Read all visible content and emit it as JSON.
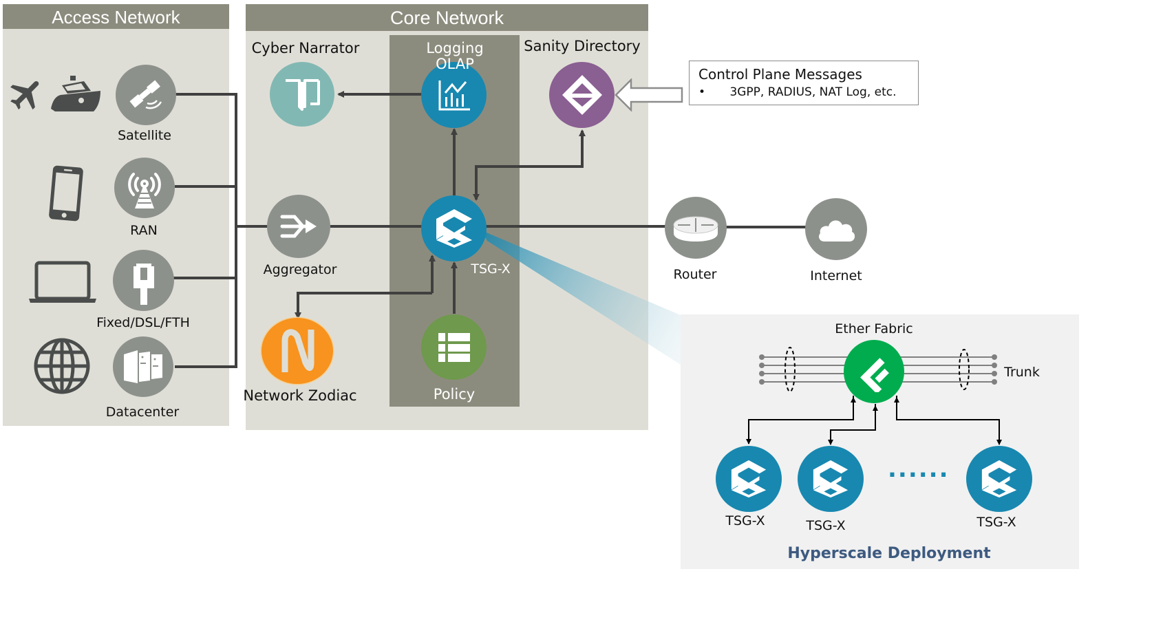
{
  "access_network": {
    "title": "Access Network",
    "nodes": [
      {
        "label": "Satellite",
        "icon": "satellite-icon",
        "devices": [
          "airplane-icon",
          "ship-icon"
        ]
      },
      {
        "label": "RAN",
        "icon": "radio-tower-icon",
        "devices": [
          "smartphone-icon"
        ]
      },
      {
        "label": "Fixed/DSL/FTH",
        "icon": "ethernet-plug-icon",
        "devices": [
          "laptop-icon"
        ]
      },
      {
        "label": "Datacenter",
        "icon": "server-rack-icon",
        "devices": [
          "globe-icon"
        ]
      }
    ]
  },
  "core_network": {
    "title": "Core Network",
    "cyber_narrator": {
      "label": "Cyber Narrator",
      "icon": "open-book-icon"
    },
    "logging_olap": {
      "label_line1": "Logging",
      "label_line2": "OLAP",
      "icon": "bar-chart-icon"
    },
    "sanity_directory": {
      "label": "Sanity Directory",
      "icon": "diamond-icon"
    },
    "aggregator": {
      "label": "Aggregator",
      "icon": "merge-arrow-icon"
    },
    "tsg_x": {
      "label": "TSG-X",
      "icon": "cube-icon"
    },
    "network_zodiac": {
      "label": "Network Zodiac",
      "icon": "letter-n-icon"
    },
    "policy": {
      "label": "Policy",
      "icon": "list-icon"
    }
  },
  "control_plane": {
    "title": "Control Plane Messages",
    "bullets": [
      "3GPP, RADIUS, NAT Log, etc."
    ]
  },
  "external": {
    "router": {
      "label": "Router",
      "icon": "router-icon"
    },
    "internet": {
      "label": "Internet",
      "icon": "cloud-icon"
    }
  },
  "hyperscale": {
    "title": "Hyperscale Deployment",
    "ether_fabric": {
      "label": "Ether Fabric",
      "icon": "ether-fabric-icon"
    },
    "trunk_label": "Trunk",
    "tsg_nodes": [
      {
        "label": "TSG-X"
      },
      {
        "label": "TSG-X"
      },
      {
        "label": "TSG-X"
      }
    ],
    "ellipsis": "......"
  },
  "colors": {
    "panel_bg": "#dfded6",
    "panel_header": "#8c8c7e",
    "logging_column": "#8c8c7e",
    "gray_node": "#8d918c",
    "tsg_blue": "#1888b0",
    "cyber_teal": "#82b8b3",
    "sanity_purple": "#8a5f92",
    "policy_green": "#6f994d",
    "zodiac_orange": "#f7931e",
    "fabric_green": "#00ac4e",
    "hyperscale_title": "#3d5a80",
    "wire": "#404040"
  }
}
